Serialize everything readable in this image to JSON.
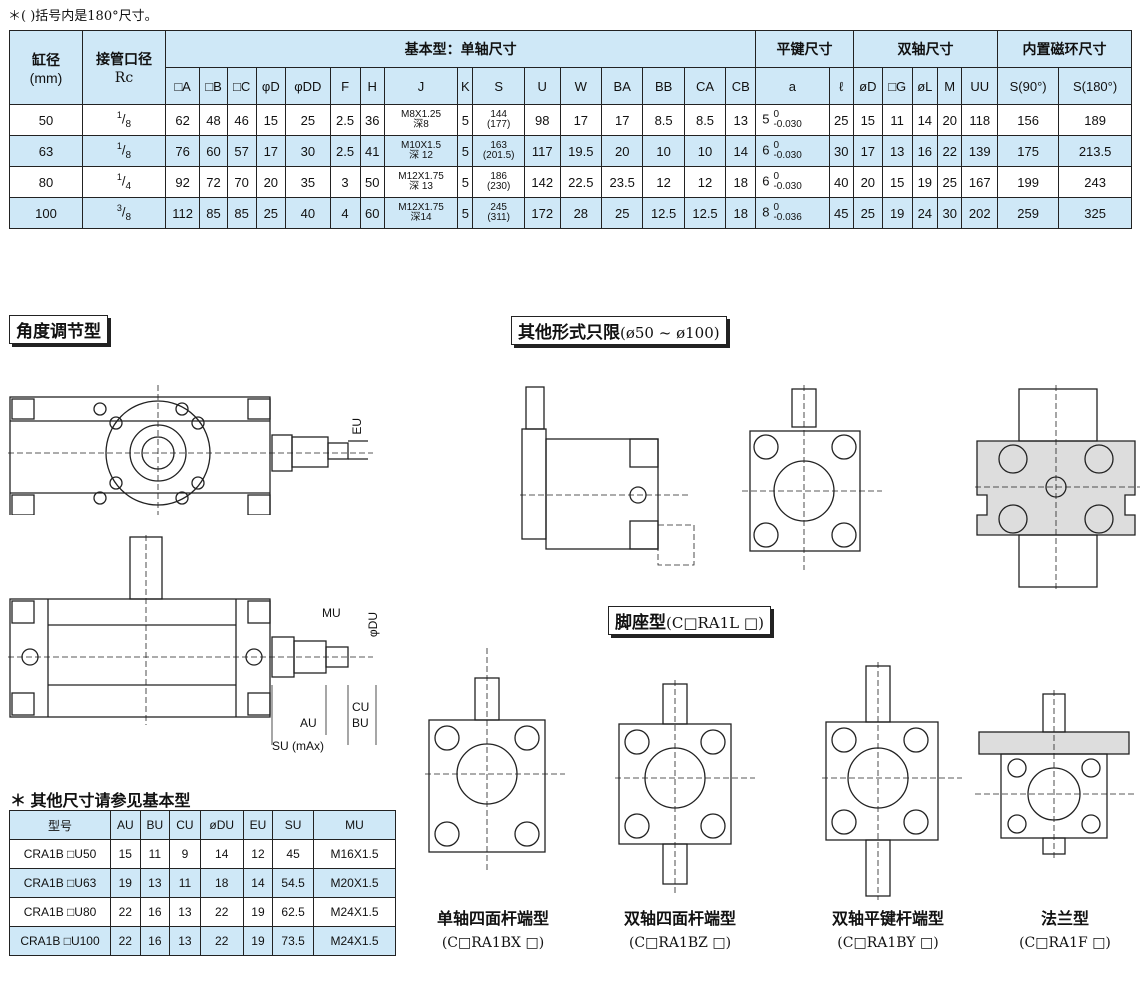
{
  "note": "＊( )括号内是180°尺寸。",
  "main_table": {
    "group_headers": [
      "缸径\n(mm)",
      "接管口径",
      "基本型：单轴尺寸",
      "平键尺寸",
      "双轴尺寸",
      "内置磁环尺寸"
    ],
    "bore_label_1": "缸径",
    "bore_label_2": "(mm)",
    "port_label_1": "接管口径",
    "port_label_2": "Rc",
    "basic_header": "基本型：单轴尺寸",
    "key_header": "平键尺寸",
    "double_header": "双轴尺寸",
    "magnet_header": "内置磁环尺寸",
    "columns": [
      "□A",
      "□B",
      "□C",
      "φD",
      "φDD",
      "F",
      "H",
      "J",
      "K",
      "S",
      "U",
      "W",
      "BA",
      "BB",
      "CA",
      "CB",
      "a",
      "ℓ",
      "øD",
      "□G",
      "øL",
      "M",
      "UU",
      "S(90°)",
      "S(180°)"
    ],
    "rows": [
      {
        "bore": "50",
        "port_n": "1",
        "port_d": "8",
        "A": "62",
        "B": "48",
        "C": "46",
        "D": "15",
        "DD": "25",
        "F": "2.5",
        "H": "36",
        "J1": "M8X1.25",
        "J2": "深8",
        "K": "5",
        "S1": "144",
        "S2": "(177)",
        "U": "98",
        "W": "17",
        "BA": "17",
        "BB": "8.5",
        "CA": "8.5",
        "CB": "13",
        "a": "5",
        "a_up": "0",
        "a_lo": "-0.030",
        "l": "25",
        "oD": "15",
        "G": "11",
        "L": "14",
        "M": "20",
        "UU": "118",
        "S90": "156",
        "S180": "189"
      },
      {
        "bore": "63",
        "port_n": "1",
        "port_d": "8",
        "A": "76",
        "B": "60",
        "C": "57",
        "D": "17",
        "DD": "30",
        "F": "2.5",
        "H": "41",
        "J1": "M10X1.5",
        "J2": "深 12",
        "K": "5",
        "S1": "163",
        "S2": "(201.5)",
        "U": "117",
        "W": "19.5",
        "BA": "20",
        "BB": "10",
        "CA": "10",
        "CB": "14",
        "a": "6",
        "a_up": "0",
        "a_lo": "-0.030",
        "l": "30",
        "oD": "17",
        "G": "13",
        "L": "16",
        "M": "22",
        "UU": "139",
        "S90": "175",
        "S180": "213.5"
      },
      {
        "bore": "80",
        "port_n": "1",
        "port_d": "4",
        "A": "92",
        "B": "72",
        "C": "70",
        "D": "20",
        "DD": "35",
        "F": "3",
        "H": "50",
        "J1": "M12X1.75",
        "J2": "深 13",
        "K": "5",
        "S1": "186",
        "S2": "(230)",
        "U": "142",
        "W": "22.5",
        "BA": "23.5",
        "BB": "12",
        "CA": "12",
        "CB": "18",
        "a": "6",
        "a_up": "0",
        "a_lo": "-0.030",
        "l": "40",
        "oD": "20",
        "G": "15",
        "L": "19",
        "M": "25",
        "UU": "167",
        "S90": "199",
        "S180": "243"
      },
      {
        "bore": "100",
        "port_n": "3",
        "port_d": "8",
        "A": "112",
        "B": "85",
        "C": "85",
        "D": "25",
        "DD": "40",
        "F": "4",
        "H": "60",
        "J1": "M12X1.75",
        "J2": "深14",
        "K": "5",
        "S1": "245",
        "S2": "(311)",
        "U": "172",
        "W": "28",
        "BA": "25",
        "BB": "12.5",
        "CA": "12.5",
        "CB": "18",
        "a": "8",
        "a_up": "0",
        "a_lo": "-0.036",
        "l": "45",
        "oD": "25",
        "G": "19",
        "L": "24",
        "M": "30",
        "UU": "202",
        "S90": "259",
        "S180": "325"
      }
    ]
  },
  "sections": {
    "angle": "角度调节型",
    "other_prefix": "其他形式只限",
    "other_range": "(ø50 ~ ø100)",
    "foot_prefix": "脚座型",
    "foot_code": "(C□RA1L □)"
  },
  "dim_labels": {
    "eu": "EU",
    "mu": "MU",
    "du": "φDU",
    "cu": "CU",
    "au": "AU",
    "bu": "BU",
    "su": "SU (mAx)"
  },
  "side_table": {
    "title": "＊ 其他尺寸请参见基本型",
    "headers": [
      "型号",
      "AU",
      "BU",
      "CU",
      "øDU",
      "EU",
      "SU",
      "MU"
    ],
    "rows": [
      [
        "CRA1B □U50",
        "15",
        "11",
        "9",
        "14",
        "12",
        "45",
        "M16X1.5"
      ],
      [
        "CRA1B □U63",
        "19",
        "13",
        "11",
        "18",
        "14",
        "54.5",
        "M20X1.5"
      ],
      [
        "CRA1B □U80",
        "22",
        "16",
        "13",
        "22",
        "19",
        "62.5",
        "M24X1.5"
      ],
      [
        "CRA1B □U100",
        "22",
        "16",
        "13",
        "22",
        "19",
        "73.5",
        "M24X1.5"
      ]
    ]
  },
  "captions": [
    {
      "name": "单轴四面杆端型",
      "code": "(C□RA1BX □)"
    },
    {
      "name": "双轴四面杆端型",
      "code": "(C□RA1BZ □)"
    },
    {
      "name": "双轴平键杆端型",
      "code": "(C□RA1BY □)"
    },
    {
      "name": "法兰型",
      "code": "(C□RA1F □)"
    }
  ]
}
